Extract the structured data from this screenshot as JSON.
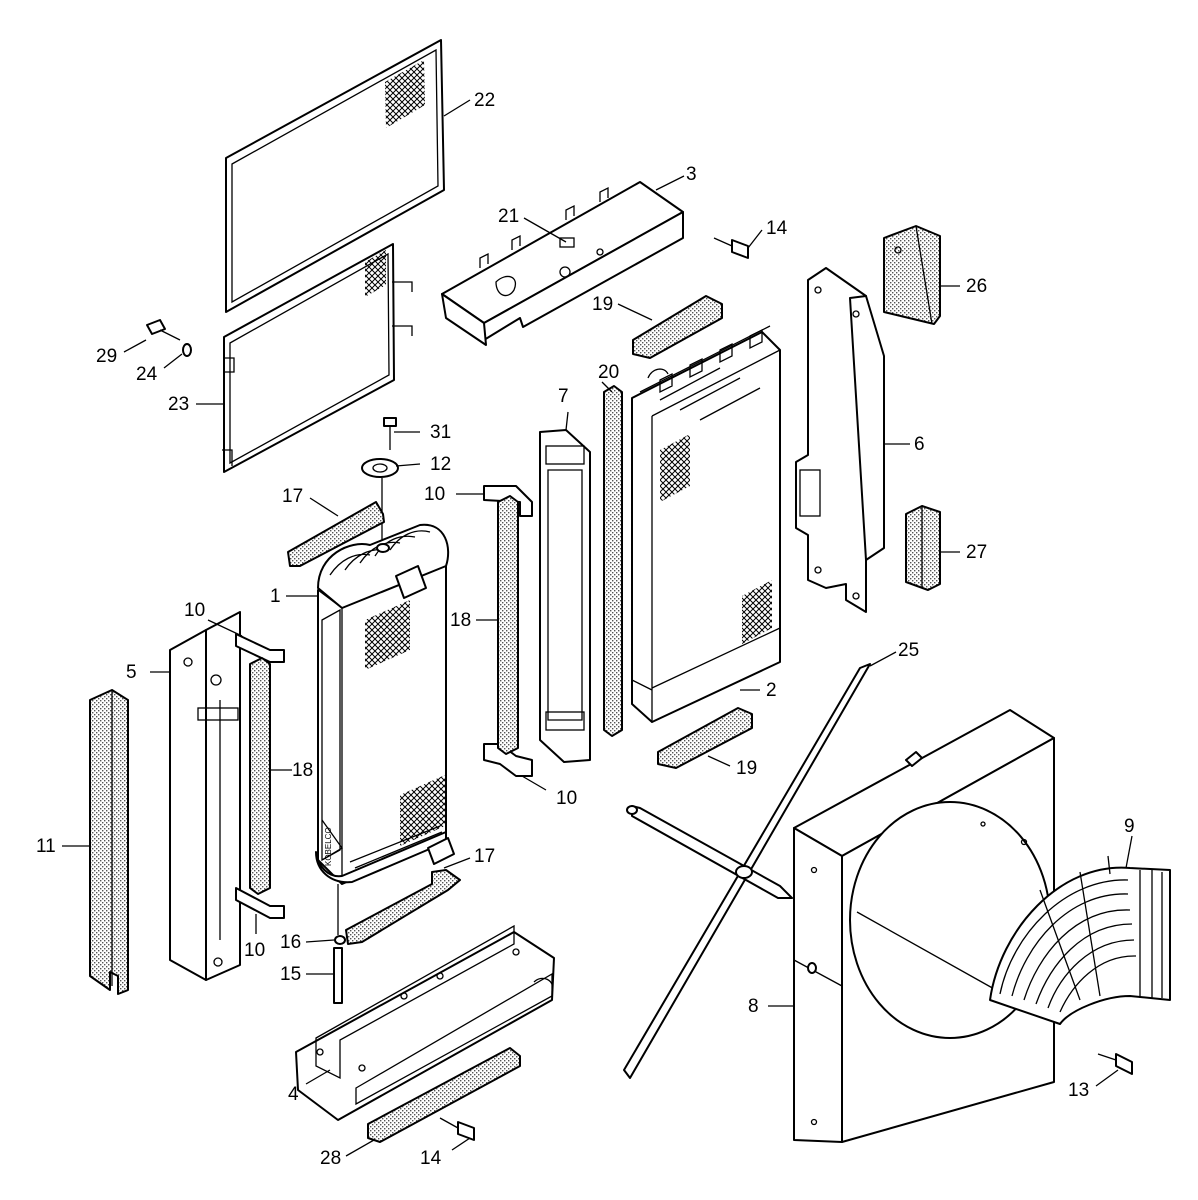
{
  "callouts": [
    {
      "id": "c1",
      "label": "1"
    },
    {
      "id": "c2",
      "label": "2"
    },
    {
      "id": "c3",
      "label": "3"
    },
    {
      "id": "c4",
      "label": "4"
    },
    {
      "id": "c5",
      "label": "5"
    },
    {
      "id": "c6",
      "label": "6"
    },
    {
      "id": "c7",
      "label": "7"
    },
    {
      "id": "c8",
      "label": "8"
    },
    {
      "id": "c9",
      "label": "9"
    },
    {
      "id": "c10a",
      "label": "10"
    },
    {
      "id": "c10b",
      "label": "10"
    },
    {
      "id": "c10c",
      "label": "10"
    },
    {
      "id": "c10d",
      "label": "10"
    },
    {
      "id": "c11",
      "label": "11"
    },
    {
      "id": "c12",
      "label": "12"
    },
    {
      "id": "c13",
      "label": "13"
    },
    {
      "id": "c14a",
      "label": "14"
    },
    {
      "id": "c14b",
      "label": "14"
    },
    {
      "id": "c15",
      "label": "15"
    },
    {
      "id": "c16",
      "label": "16"
    },
    {
      "id": "c17a",
      "label": "17"
    },
    {
      "id": "c17b",
      "label": "17"
    },
    {
      "id": "c18a",
      "label": "18"
    },
    {
      "id": "c18b",
      "label": "18"
    },
    {
      "id": "c19a",
      "label": "19"
    },
    {
      "id": "c19b",
      "label": "19"
    },
    {
      "id": "c20",
      "label": "20"
    },
    {
      "id": "c21",
      "label": "21"
    },
    {
      "id": "c22",
      "label": "22"
    },
    {
      "id": "c23",
      "label": "23"
    },
    {
      "id": "c24",
      "label": "24"
    },
    {
      "id": "c25",
      "label": "25"
    },
    {
      "id": "c26",
      "label": "26"
    },
    {
      "id": "c27",
      "label": "27"
    },
    {
      "id": "c28",
      "label": "28"
    },
    {
      "id": "c29",
      "label": "29"
    },
    {
      "id": "c31",
      "label": "31"
    }
  ],
  "radiator_stamp": "KOBELCO"
}
